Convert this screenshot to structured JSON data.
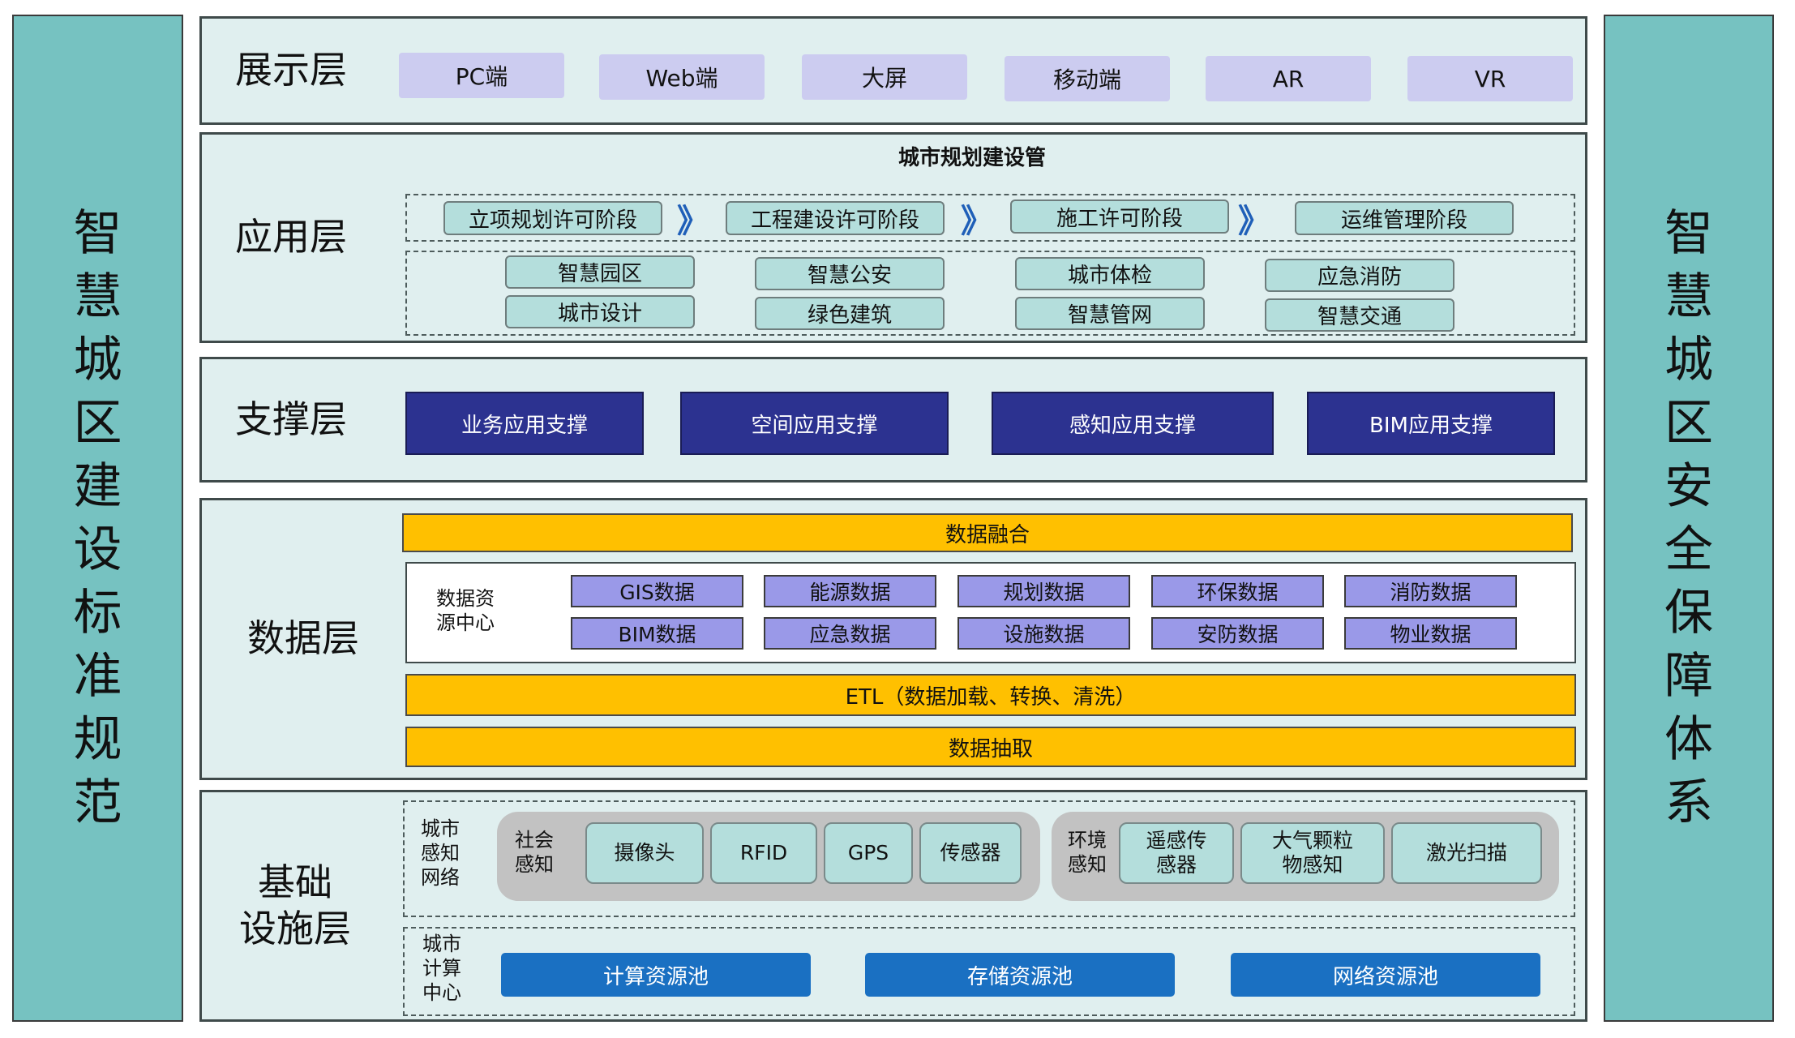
{
  "left_panel": {
    "chars": [
      "智",
      "慧",
      "城",
      "区",
      "建",
      "设",
      "标",
      "准",
      "规",
      "范"
    ]
  },
  "right_panel": {
    "chars": [
      "智",
      "慧",
      "城",
      "区",
      "安",
      "全",
      "保",
      "障",
      "体",
      "系"
    ]
  },
  "display_layer": {
    "label": "展示层",
    "items": [
      "PC端",
      "Web端",
      "大屏",
      "移动端",
      "AR",
      "VR"
    ]
  },
  "app_layer": {
    "label": "应用层",
    "header": "城市规划建设管",
    "stages": [
      "立项规划许可阶段",
      "工程建设许可阶段",
      "施工许可阶段",
      "运维管理阶段"
    ],
    "chevron": "》",
    "apps_row1": [
      "智慧园区",
      "智慧公安",
      "城市体检",
      "应急消防"
    ],
    "apps_row2": [
      "城市设计",
      "绿色建筑",
      "智慧管网",
      "智慧交通"
    ]
  },
  "support_layer": {
    "label": "支撑层",
    "items": [
      "业务应用支撑",
      "空间应用支撑",
      "感知应用支撑",
      "BIM应用支撑"
    ]
  },
  "data_layer": {
    "label": "数据层",
    "fusion": "数据融合",
    "resource_center": "数据资源中心",
    "resource_center_lines": [
      "数据资",
      "源中心"
    ],
    "row1": [
      "GIS数据",
      "能源数据",
      "规划数据",
      "环保数据",
      "消防数据"
    ],
    "row2": [
      "BIM数据",
      "应急数据",
      "设施数据",
      "安防数据",
      "物业数据"
    ],
    "etl": "ETL（数据加载、转换、清洗）",
    "extract": "数据抽取"
  },
  "infra_layer": {
    "label_lines": [
      "基础",
      "设施层"
    ],
    "network_lines": [
      "城市",
      "感知",
      "网络"
    ],
    "social_lines": [
      "社会",
      "感知"
    ],
    "social_items": [
      "摄像头",
      "RFID",
      "GPS",
      "传感器"
    ],
    "env_lines": [
      "环境",
      "感知"
    ],
    "env_items": [
      [
        "遥感传",
        "感器"
      ],
      [
        "大气颗粒",
        "物感知"
      ],
      [
        "激光扫描"
      ]
    ],
    "compute_lines": [
      "城市",
      "计算",
      "中心"
    ],
    "compute_items": [
      "计算资源池",
      "存储资源池",
      "网络资源池"
    ]
  },
  "colors": {
    "side_panel": "#76c2c1",
    "layer_bg": "#e0efef",
    "display_pill": "#ccccf0",
    "app_box": "#b4dedc",
    "support_box": "#2c3290",
    "yellow_bar": "#ffc000",
    "data_box": "#9a99e8",
    "compute_box": "#1a70c2"
  }
}
